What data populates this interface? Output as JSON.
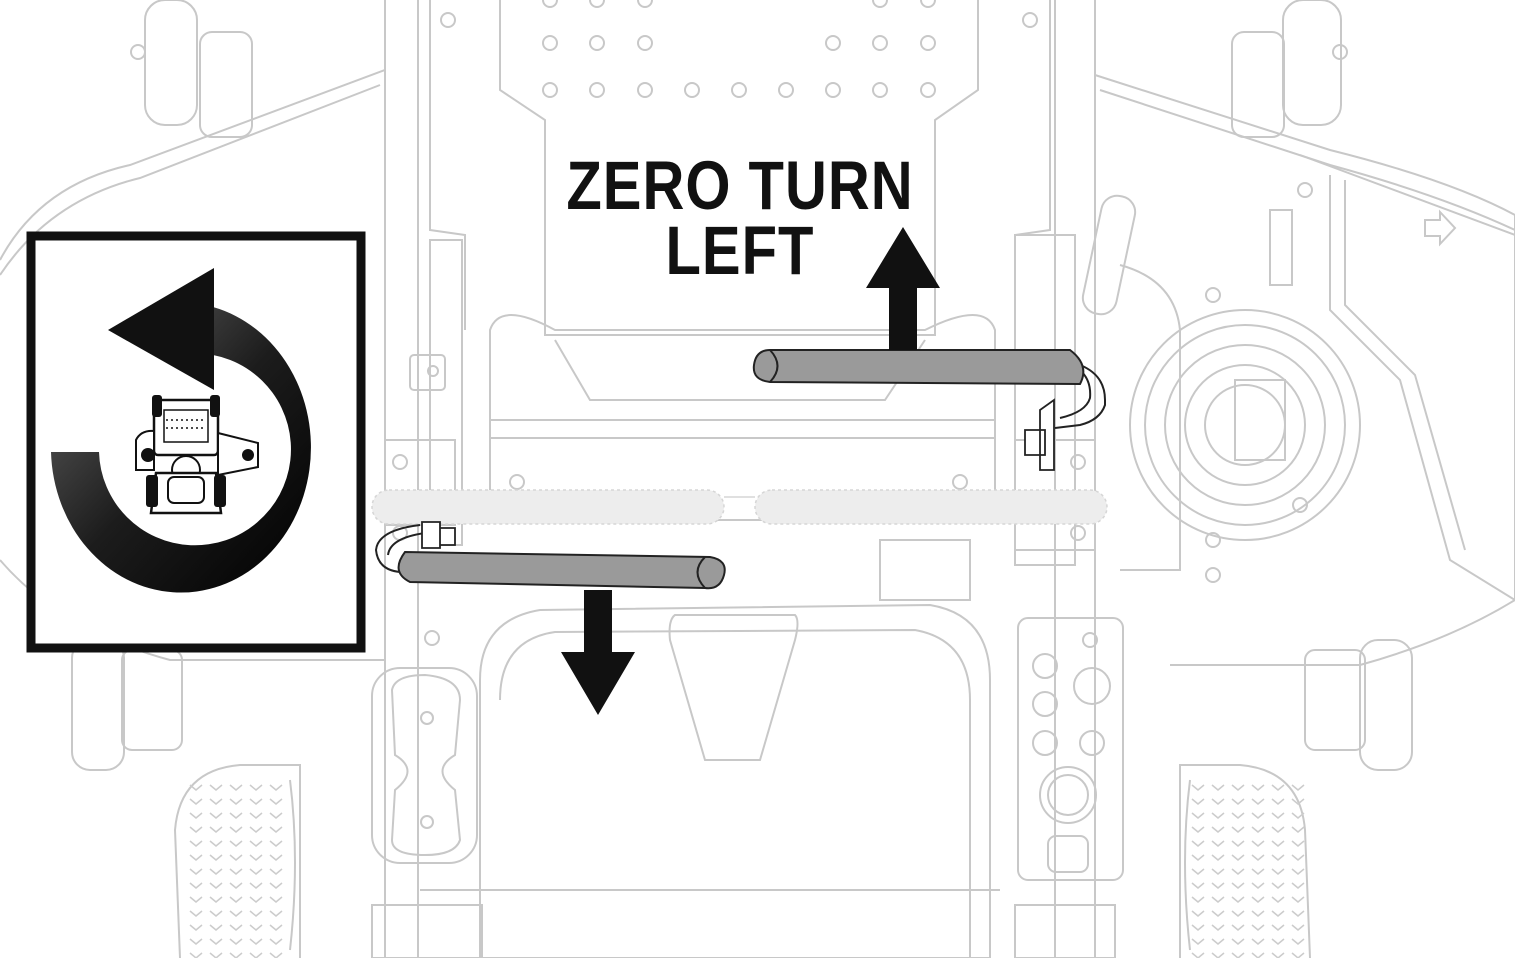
{
  "title": {
    "line1": "ZERO TURN",
    "line2": "LEFT"
  },
  "icon_panel": {
    "icon": "counterclockwise-rotation-arrow-icon",
    "inner_icon": "mower-top-view-icon"
  },
  "left_lever": {
    "direction": "backward",
    "arrow_icon": "arrow-down-icon"
  },
  "right_lever": {
    "direction": "forward",
    "arrow_icon": "arrow-up-icon"
  },
  "colors": {
    "outline": "#c8c8c8",
    "lever_fill": "#9a9a9a",
    "lever_stroke": "#222222",
    "neutral_fill": "#ededed",
    "arrow": "#111111",
    "title": "#111111"
  }
}
